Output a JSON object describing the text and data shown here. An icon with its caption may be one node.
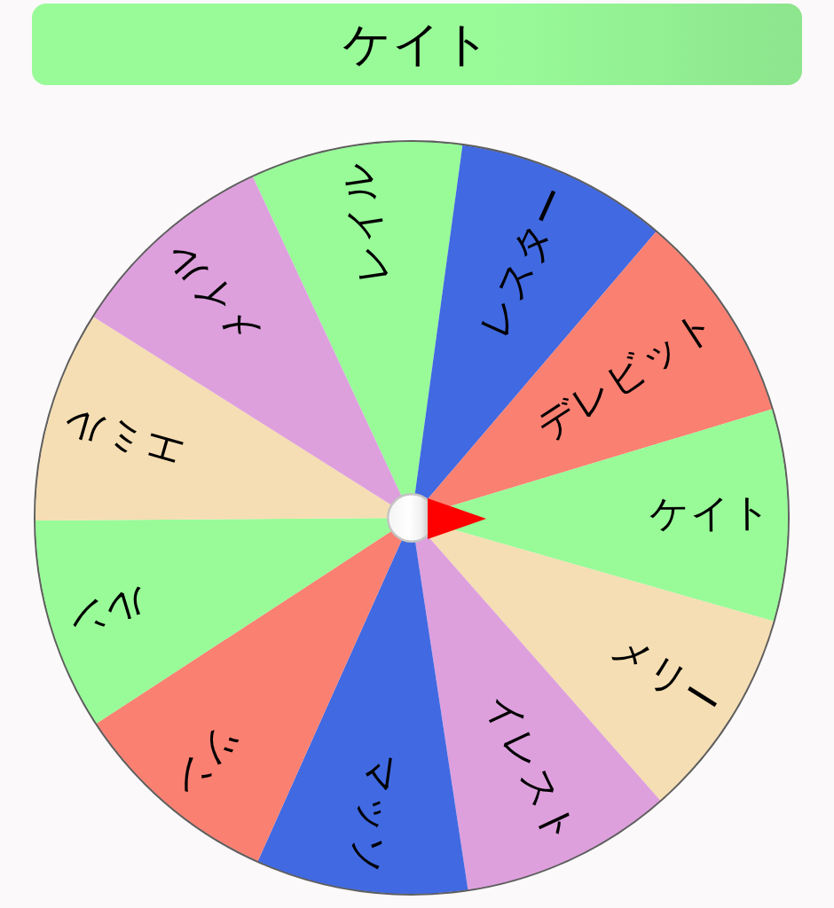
{
  "diagram": {
    "title": "ケイト",
    "nodes": [
      {
        "text": [
          "レイル"
        ]
      },
      {
        "text": [
          "レスター"
        ]
      },
      {
        "text": [
          "デレビット"
        ]
      },
      {
        "text": [
          "ケイト"
        ]
      },
      {
        "text": [
          "メリー"
        ]
      },
      {
        "text": [
          "イレスト"
        ]
      },
      {
        "text": [
          "マッソ"
        ]
      },
      {
        "text": [
          "ツン"
        ]
      },
      {
        "text": [
          "ルン"
        ]
      },
      {
        "text": [
          "エミル"
        ]
      },
      {
        "text": [
          "メイル"
        ]
      }
    ]
  }
}
